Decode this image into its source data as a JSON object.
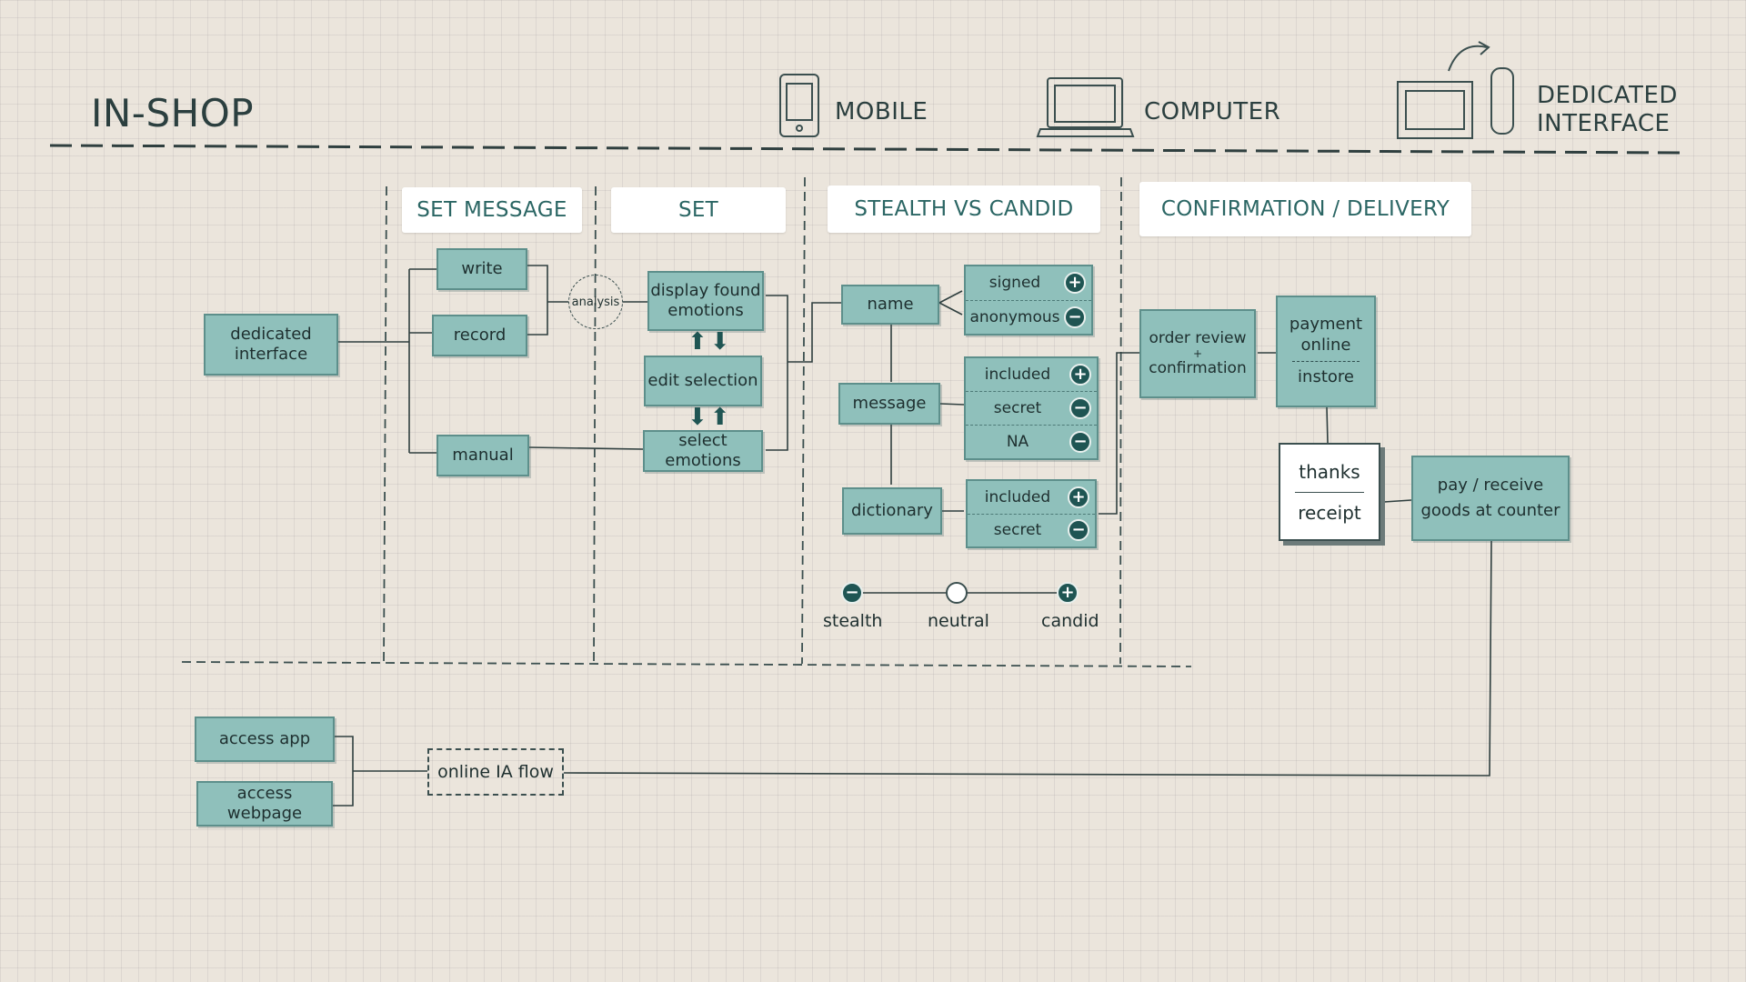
{
  "header": {
    "title": "IN-SHOP",
    "devices": [
      {
        "icon": "mobile-icon",
        "label": "MOBILE"
      },
      {
        "icon": "computer-icon",
        "label": "COMPUTER"
      },
      {
        "icon": "dedicated-interface-icon",
        "label_line1": "DEDICATED",
        "label_line2": "INTERFACE"
      }
    ]
  },
  "stages": {
    "set_message": "SET MESSAGE",
    "set": "SET",
    "stealth_vs_candid": "STEALTH VS CANDID",
    "confirmation_delivery": "CONFIRMATION / DELIVERY"
  },
  "entry": {
    "line1": "dedicated",
    "line2": "interface"
  },
  "message_inputs": {
    "write": "write",
    "record": "record",
    "manual": "manual"
  },
  "analysis": "analysis",
  "emotions": {
    "display_line1": "display found",
    "display_line2": "emotions",
    "edit": "edit selection",
    "select": "select emotions"
  },
  "stealth": {
    "name": "name",
    "message": "message",
    "dictionary": "dictionary",
    "name_options": [
      {
        "label": "signed",
        "symbol": "+"
      },
      {
        "label": "anonymous",
        "symbol": "−"
      }
    ],
    "message_options": [
      {
        "label": "included",
        "symbol": "+"
      },
      {
        "label": "secret",
        "symbol": "−"
      },
      {
        "label": "NA",
        "symbol": "−"
      }
    ],
    "dictionary_options": [
      {
        "label": "included",
        "symbol": "+"
      },
      {
        "label": "secret",
        "symbol": "−"
      }
    ],
    "scale": {
      "stealth": "stealth",
      "neutral": "neutral",
      "candid": "candid",
      "minus": "−",
      "plus": "+"
    }
  },
  "confirmation": {
    "order_line1": "order review",
    "order_plus": "+",
    "order_line2": "confirmation",
    "payment_line1": "payment",
    "payment_line2": "online",
    "payment_instore": "instore",
    "thanks": "thanks",
    "receipt": "receipt",
    "pay_line1": "pay / receive",
    "pay_line2": "goods at counter"
  },
  "online": {
    "access_app": "access app",
    "access_webpage": "access webpage",
    "flow": "online IA flow"
  },
  "colors": {
    "box_fill": "#8fc0bb",
    "box_border": "#5d8f8b",
    "accent": "#1f5553",
    "ink": "#2b3f3f",
    "paper": "#ebe5dc"
  }
}
